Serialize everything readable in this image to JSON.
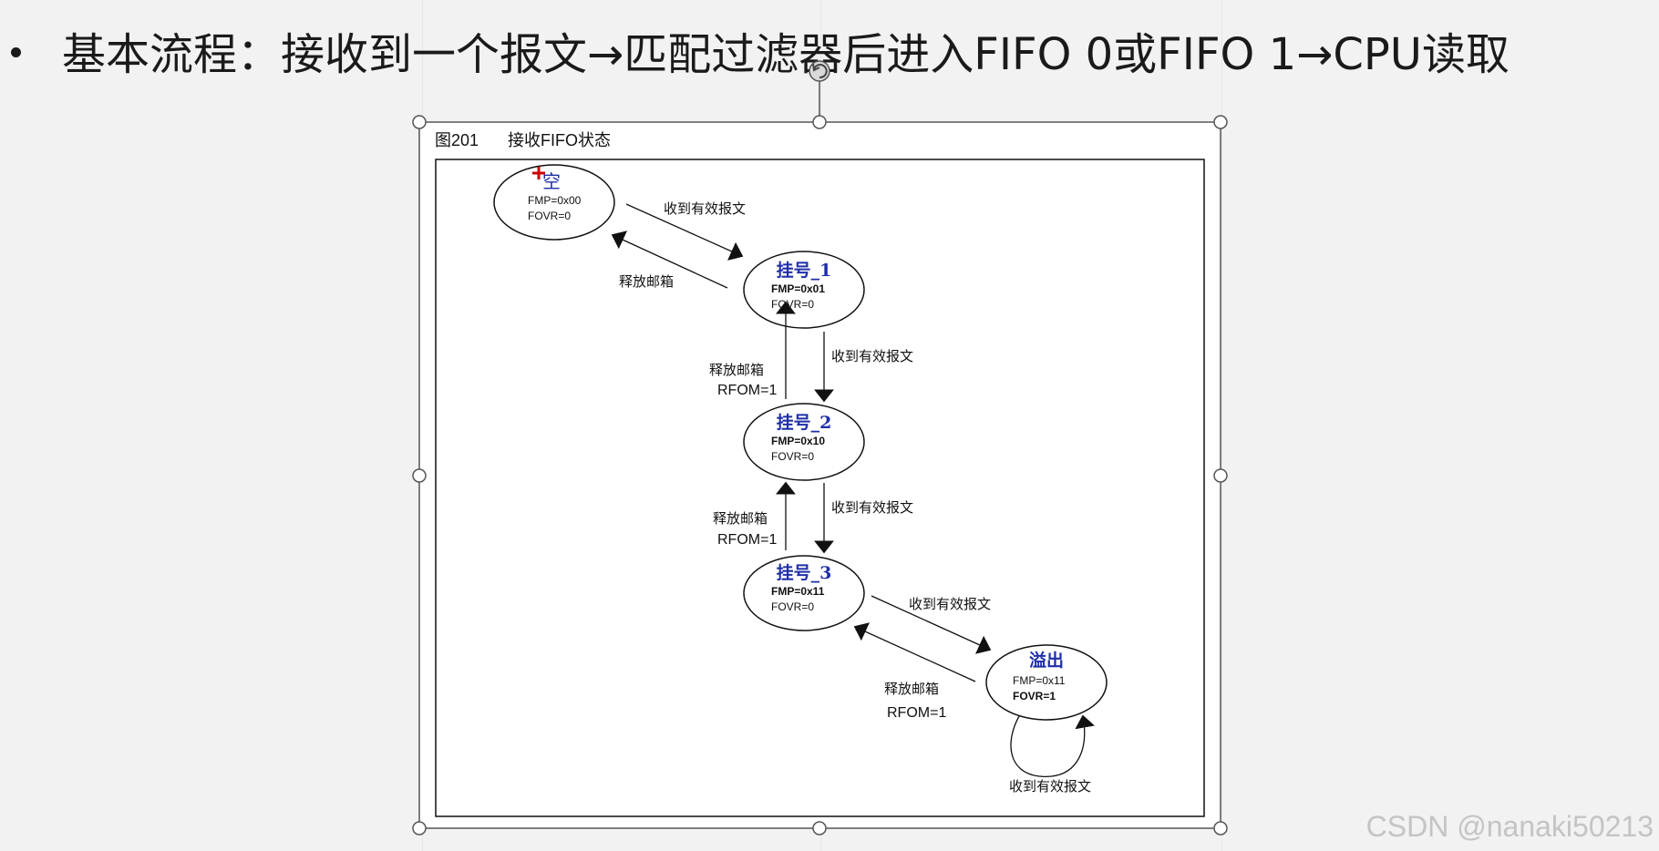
{
  "slide": {
    "bullet_text": "基本流程：接收到一个报文→匹配过滤器后进入FIFO 0或FIFO 1→CPU读取"
  },
  "figure": {
    "number": "图201",
    "title": "接收FIFO状态"
  },
  "states": {
    "empty": {
      "name": "空",
      "fmp": "FMP=0x00",
      "fovr": "FOVR=0"
    },
    "pending1": {
      "name": "挂号_1",
      "fmp": "FMP=0x01",
      "fovr": "FOVR=0"
    },
    "pending2": {
      "name": "挂号_2",
      "fmp": "FMP=0x10",
      "fovr": "FOVR=0"
    },
    "pending3": {
      "name": "挂号_3",
      "fmp": "FMP=0x11",
      "fovr": "FOVR=0"
    },
    "overflow": {
      "name": "溢出",
      "fmp": "FMP=0x11",
      "fovr": "FOVR=1"
    }
  },
  "transitions": {
    "receive_valid": "收到有效报文",
    "release_mailbox": "释放邮箱",
    "rfom": "RFOM=1"
  },
  "watermark": "CSDN @nanaki50213",
  "colors": {
    "state_name": "#1f2fa8",
    "cursor_mark": "#cc0000",
    "selection": "#555555"
  }
}
